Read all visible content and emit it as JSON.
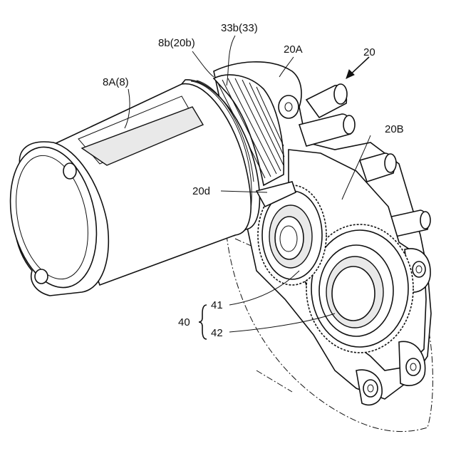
{
  "labels": {
    "motor_case": "8A(8)",
    "motor_flange": "8b(20b)",
    "pinion": "33b(33)",
    "housing_a": "20A",
    "assembly": "20",
    "housing_b": "20B",
    "wall": "20d",
    "gear_group": "40",
    "gear_small": "41",
    "gear_large": "42"
  }
}
